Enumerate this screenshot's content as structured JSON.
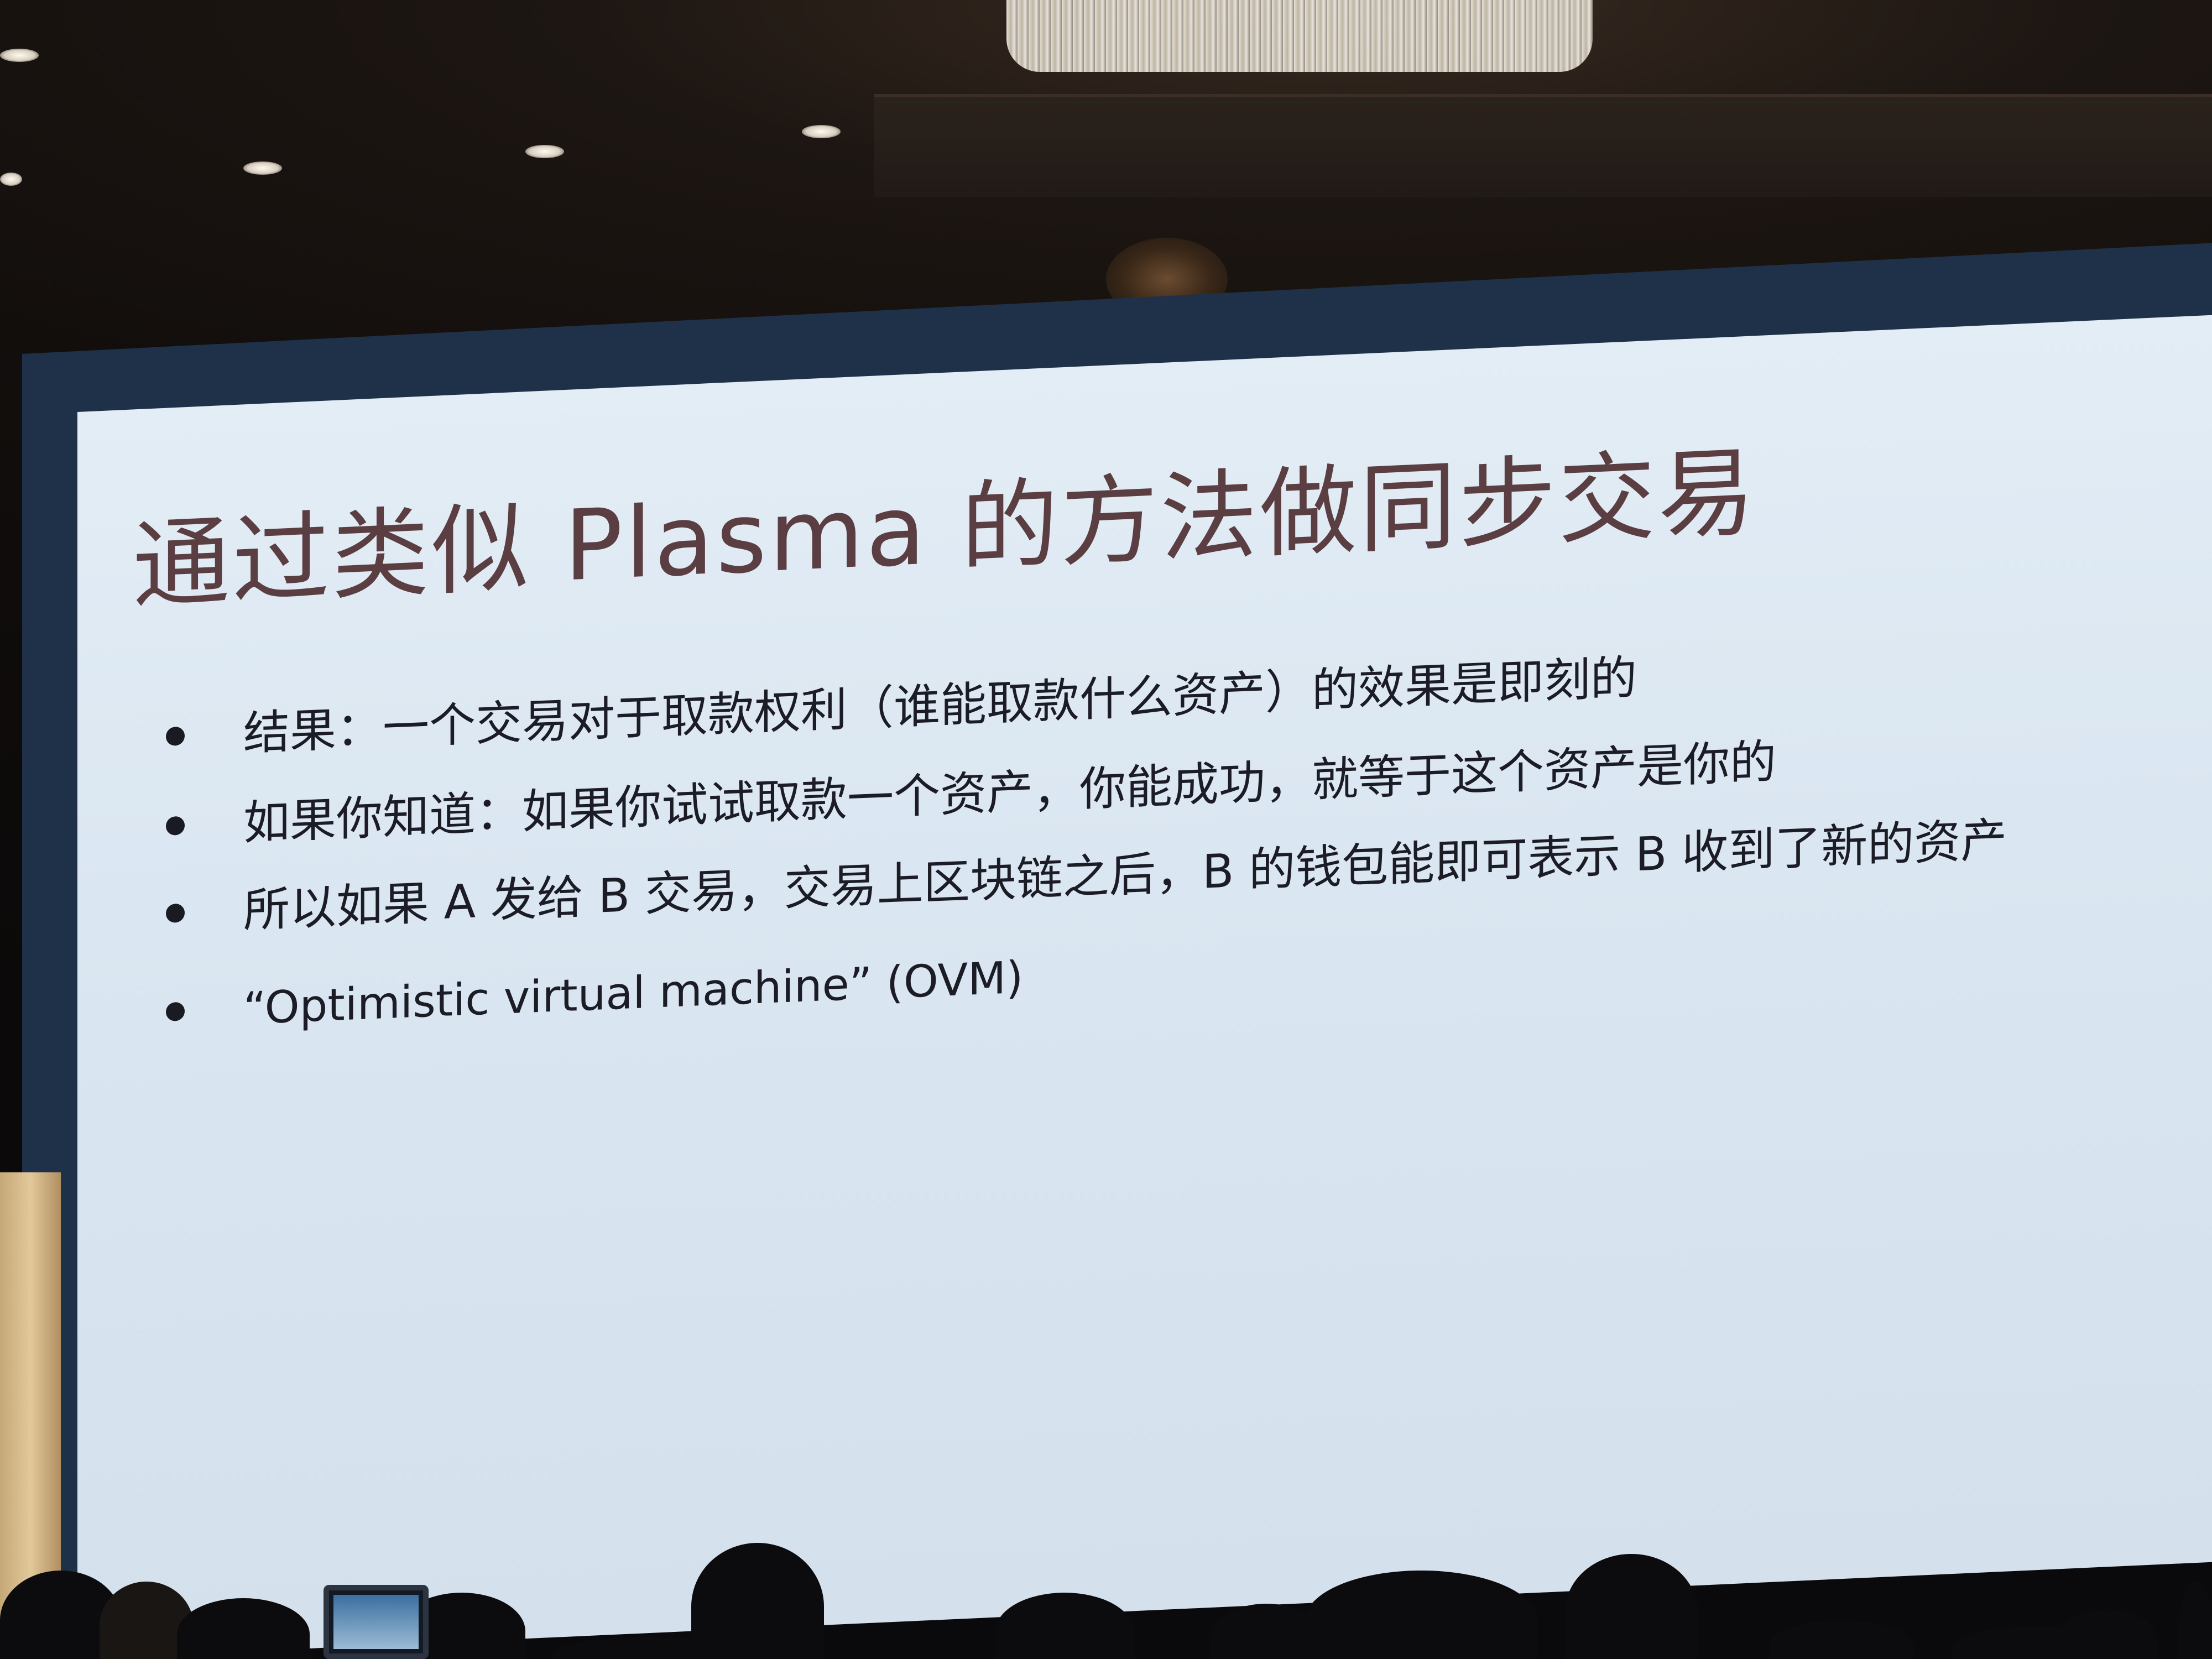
{
  "slide": {
    "title": "通过类似 Plasma 的方法做同步交易",
    "bullets": [
      "结果：一个交易对于取款权利（谁能取款什么资产）的效果是即刻的",
      "如果你知道：如果你试试取款一个资产，你能成功，就等于这个资产是你的",
      "所以如果 A 发给 B 交易，交易上区块链之后，B 的钱包能即可表示 B 收到了新的资产",
      "“Optimistic virtual machine” (OVM)"
    ]
  }
}
